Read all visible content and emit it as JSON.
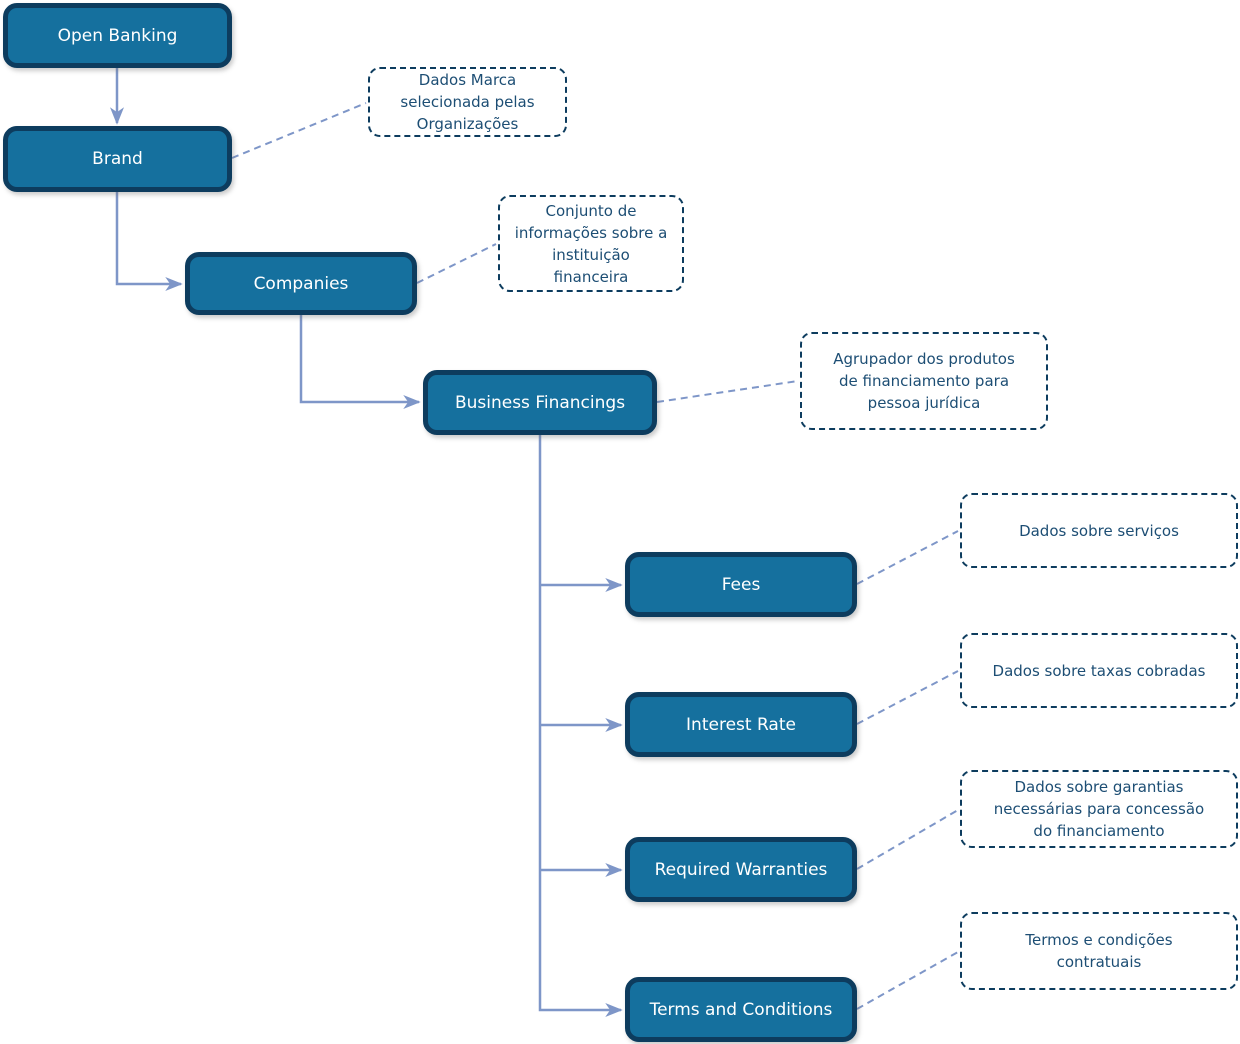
{
  "nodes": {
    "open_banking": {
      "label": "Open Banking"
    },
    "brand": {
      "label": "Brand"
    },
    "companies": {
      "label": "Companies"
    },
    "business_financings": {
      "label": "Business Financings"
    },
    "fees": {
      "label": "Fees"
    },
    "interest_rate": {
      "label": "Interest Rate"
    },
    "required_warranties": {
      "label": "Required Warranties"
    },
    "terms_and_conditions": {
      "label": "Terms and Conditions"
    }
  },
  "annotations": {
    "brand_note": {
      "lines": [
        "Dados Marca",
        "selecionada pelas",
        "Organizações"
      ]
    },
    "companies_note": {
      "lines": [
        "Conjunto de",
        "informações sobre a",
        "instituição",
        "financeira"
      ]
    },
    "business_financings_note": {
      "lines": [
        "Agrupador dos produtos",
        "de financiamento para",
        "pessoa jurídica"
      ]
    },
    "fees_note": {
      "lines": [
        "Dados sobre serviços"
      ]
    },
    "interest_rate_note": {
      "lines": [
        "Dados sobre taxas cobradas"
      ]
    },
    "required_warranties_note": {
      "lines": [
        "Dados sobre garantias",
        "necessárias para concessão",
        "do financiamento"
      ]
    },
    "terms_and_conditions_note": {
      "lines": [
        "Termos e condições",
        "contratuais"
      ]
    }
  },
  "colors": {
    "node_fill": "#15709e",
    "node_border": "#0d3c5e",
    "node_text": "#ffffff",
    "connector": "#7e96c8",
    "annotation_border": "#0d3c5e",
    "annotation_text": "#1d4e74",
    "background": "#ffffff"
  }
}
